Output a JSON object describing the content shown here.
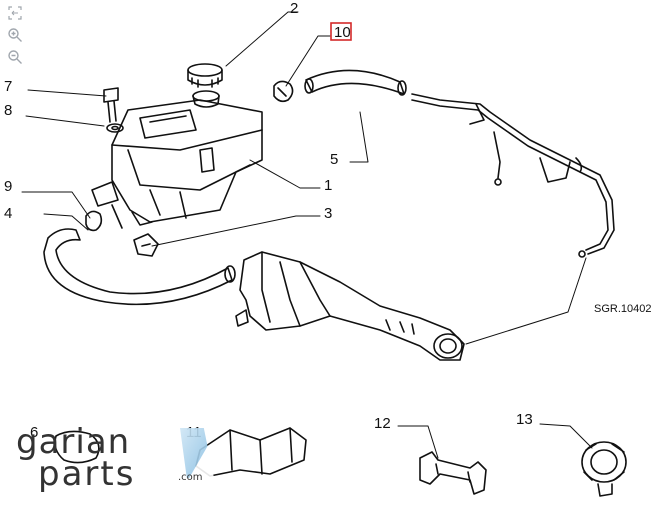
{
  "toolbar": {
    "items": [
      {
        "name": "fullscreen-icon"
      },
      {
        "name": "zoom-in-icon"
      },
      {
        "name": "zoom-out-icon"
      }
    ]
  },
  "callouts": {
    "c1": "1",
    "c2": "2",
    "c3": "3",
    "c4": "4",
    "c5": "5",
    "c6": "6",
    "c7": "7",
    "c8": "8",
    "c9": "9",
    "c10": "10",
    "c11": "11",
    "c12": "12",
    "c13": "13"
  },
  "highlight": {
    "part": "10",
    "color": "#d42a2a"
  },
  "drawing_ref": "SGR.10402",
  "logo": {
    "line1": "garian",
    "line2": "parts",
    "suffix": ".com"
  }
}
